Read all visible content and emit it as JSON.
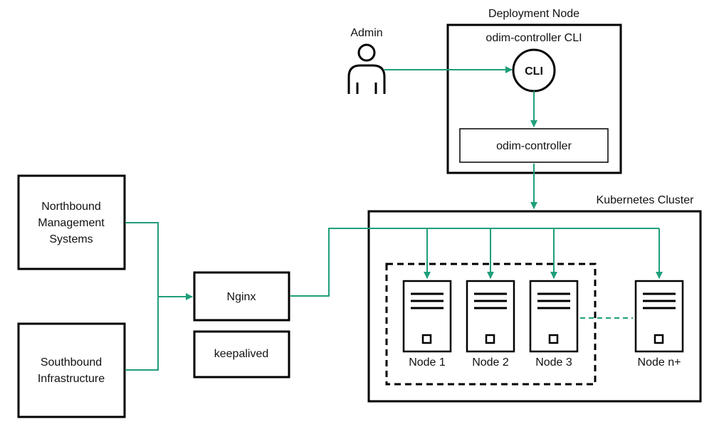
{
  "colors": {
    "connector": "#1f9e7a",
    "stroke": "#000000",
    "background": "#ffffff"
  },
  "admin": {
    "label": "Admin",
    "icon": "person-icon"
  },
  "deployment_node": {
    "title": "Deployment Node",
    "cli_group_label": "odim-controller CLI",
    "cli_label": "CLI",
    "controller_label": "odim-controller"
  },
  "northbound": {
    "lines": [
      "Northbound",
      "Management",
      "Systems"
    ]
  },
  "southbound": {
    "lines": [
      "Southbound",
      "Infrastructure"
    ]
  },
  "nginx": {
    "label": "Nginx"
  },
  "keepalived": {
    "label": "keepalived"
  },
  "cluster": {
    "title": "Kubernetes Cluster",
    "nodes": [
      "Node 1",
      "Node 2",
      "Node 3",
      "Node n+"
    ],
    "node_icon": "server-icon"
  }
}
